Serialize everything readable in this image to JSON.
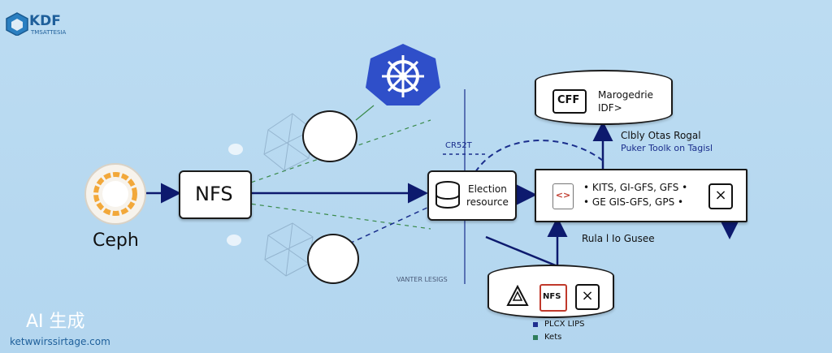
{
  "brand": {
    "logo_title": "KDF",
    "logo_sub": "TMSATTESIA"
  },
  "nodes": {
    "ceph_label": "Ceph",
    "nfs_label": "NFS",
    "election_line1": "Election",
    "election_line2": "resource",
    "manager_line1": "Marogedrie",
    "manager_line2": "IDF>",
    "manager_icon_text": "CFF",
    "list_row1": "• KITS, GI-GFS, GFS •",
    "list_row2": "• GE GIS-GFS, GPS •",
    "bottom_nfs_icon_text": "NFS"
  },
  "labels": {
    "cluster_line1": "Clbly Otas Rogal",
    "cluster_line2": "Puker Toolk on Tagisl",
    "crossing_label": "CR52T",
    "rule_label": "Rula l Io Gusee",
    "vanter_label": "VANTER LESIGS"
  },
  "legend": [
    {
      "label": "PLCX LIPS",
      "color": "#1f2f8f"
    },
    {
      "label": "Kets",
      "color": "#2e7d5b"
    }
  ],
  "footer": {
    "ai_mark": "AI 生成",
    "url": "ketwwirssirtage.com"
  },
  "colors": {
    "arrow": "#0d1a6e",
    "dashed_blue": "#1a2e8c",
    "dashed_green": "#3a8a4a",
    "k8s": "#2f4fc9",
    "ceph_orange": "#f2a83a"
  }
}
